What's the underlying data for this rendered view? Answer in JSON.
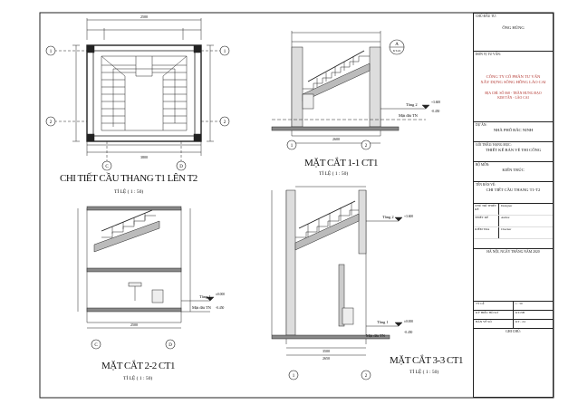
{
  "title_block": {
    "owner_label": "CHỦ ĐẦU TƯ:",
    "owner": "ÔNG HÙNG",
    "designer_label": "ĐƠN VỊ TƯ VẤN:",
    "company_line1": "CÔNG TY CỔ PHẦN TƯ VẤN",
    "company_line2": "XÂY DỰNG SÔNG HỒNG LÀO CAI",
    "address_line1": "ĐỊA CHỈ: SỐ 068 - TRẦN HƯNG ĐẠO",
    "address_line2": "KIM TÂN - LÀO CAI",
    "project_label": "DỰ ÁN:",
    "project": "NHÀ PHỐ BẮC NINH",
    "item_label": "GÓI THẦU/ HẠNG MỤC:",
    "item": "THIẾT KẾ BẢN VẼ THI CÔNG",
    "discipline_label": "BỘ MÔN:",
    "discipline": "KIẾN TRÚC",
    "drawing_name_label": "TÊN BẢN VẼ:",
    "drawing_name": "CHI TIẾT CẦU THANG T1-T2",
    "roles": [
      {
        "label": "CHỦ TRÌ THIẾT KẾ",
        "name": "Designer"
      },
      {
        "label": "THIẾT KẾ",
        "name": "Author"
      },
      {
        "label": "KIỂM TRA",
        "name": "Checker"
      }
    ],
    "date_line": "HÀ NỘI, NGÀY    THÁNG    NĂM 2020",
    "meta": [
      {
        "label": "TỶ LỆ",
        "value": "1 : 50"
      },
      {
        "label": "KÝ HIỆU HỒ SƠ",
        "value": "KT-NB"
      },
      {
        "label": "BẢN VẼ SỐ",
        "value": "KT - 24"
      }
    ],
    "notes_label": "GHI CHÚ:"
  },
  "views": {
    "plan": {
      "title": "CHI TIẾT CẦU THANG T1 LÊN T2",
      "scale": "TỈ LỆ ( 1 : 50)",
      "grid": [
        "1",
        "2",
        "C",
        "D"
      ]
    },
    "section11": {
      "title": "MẶT CẮT 1-1 CT1",
      "scale": "TỈ LỆ ( 1 : 50)",
      "grid": [
        "1",
        "2"
      ]
    },
    "section22": {
      "title": "MẶT CẮT 2-2 CT1",
      "scale": "TỈ LỆ ( 1 : 50)",
      "grid": [
        "C",
        "D"
      ]
    },
    "section33": {
      "title": "MẶT CẮT 3-3 CT1",
      "scale": "TỈ LỆ ( 1 : 50)",
      "grid": [
        "1",
        "2"
      ]
    }
  },
  "dimensions": {
    "plan_top": "2500",
    "plan_bottom": "3800",
    "sec11_bottom": "2600",
    "sec22_bottom": "2500",
    "sec33_bottom": "2650",
    "sec33_mid": "3500"
  },
  "levels": {
    "floor2": "Tầng 2",
    "floor2_value": "+3.600",
    "floor1": "Tầng 1",
    "floor1_value": "±0.000",
    "ground": "Mặt đất TN",
    "ground_value": "-0.450"
  },
  "callout": {
    "letter": "A",
    "ref": "KT-24"
  }
}
